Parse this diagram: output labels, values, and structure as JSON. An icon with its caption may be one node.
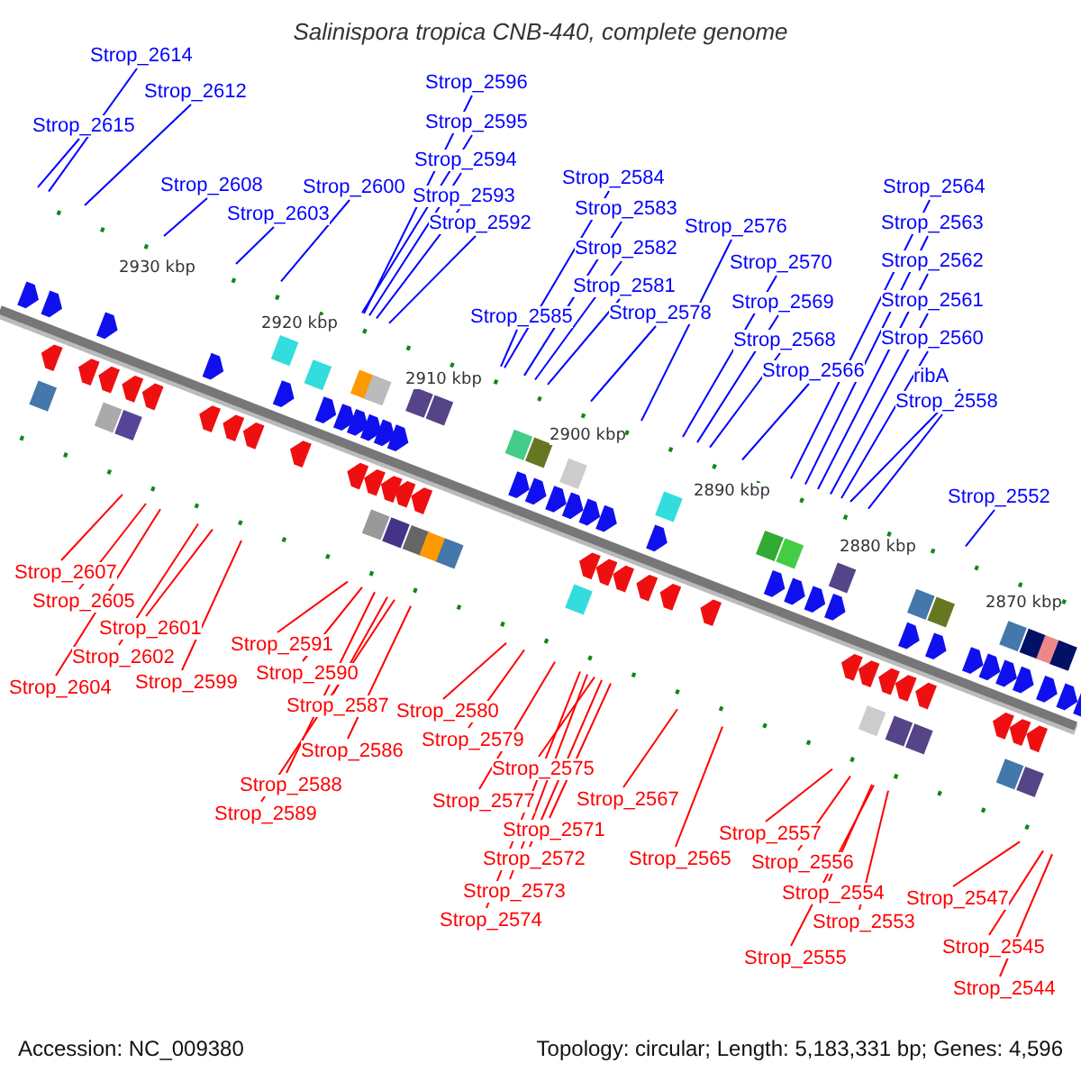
{
  "diagram": {
    "title": "Salinispora tropica CNB-440, complete genome",
    "nodes": [
      {
        "text": [
          "Strop_2614"
        ]
      },
      {
        "text": [
          "Strop_2612"
        ]
      },
      {
        "text": [
          "Strop_2615"
        ]
      },
      {
        "text": [
          "Strop_2608"
        ]
      },
      {
        "text": [
          "Strop_2603"
        ]
      },
      {
        "text": [
          "Strop_2600"
        ]
      },
      {
        "text": [
          "Strop_2596"
        ]
      },
      {
        "text": [
          "Strop_2595"
        ]
      },
      {
        "text": [
          "Strop_2594"
        ]
      },
      {
        "text": [
          "Strop_2593"
        ]
      },
      {
        "text": [
          "Strop_2592"
        ]
      },
      {
        "text": [
          "Strop_2584"
        ]
      },
      {
        "text": [
          "Strop_2583"
        ]
      },
      {
        "text": [
          "Strop_2582"
        ]
      },
      {
        "text": [
          "Strop_2581"
        ]
      },
      {
        "text": [
          "Strop_2585"
        ]
      },
      {
        "text": [
          "Strop_2578"
        ]
      },
      {
        "text": [
          "Strop_2576"
        ]
      },
      {
        "text": [
          "Strop_2570"
        ]
      },
      {
        "text": [
          "Strop_2569"
        ]
      },
      {
        "text": [
          "Strop_2568"
        ]
      },
      {
        "text": [
          "Strop_2566"
        ]
      },
      {
        "text": [
          "Strop_2564"
        ]
      },
      {
        "text": [
          "Strop_2563"
        ]
      },
      {
        "text": [
          "Strop_2562"
        ]
      },
      {
        "text": [
          "Strop_2561"
        ]
      },
      {
        "text": [
          "Strop_2560"
        ]
      },
      {
        "text": [
          "ribA"
        ]
      },
      {
        "text": [
          "Strop_2558"
        ]
      },
      {
        "text": [
          "Strop_2552"
        ]
      },
      {
        "text": [
          "Strop_2607"
        ]
      },
      {
        "text": [
          "Strop_2605"
        ]
      },
      {
        "text": [
          "Strop_2601"
        ]
      },
      {
        "text": [
          "Strop_2602"
        ]
      },
      {
        "text": [
          "Strop_2604"
        ]
      },
      {
        "text": [
          "Strop_2599"
        ]
      },
      {
        "text": [
          "Strop_2591"
        ]
      },
      {
        "text": [
          "Strop_2590"
        ]
      },
      {
        "text": [
          "Strop_2587"
        ]
      },
      {
        "text": [
          "Strop_2588"
        ]
      },
      {
        "text": [
          "Strop_2586"
        ]
      },
      {
        "text": [
          "Strop_2589"
        ]
      },
      {
        "text": [
          "Strop_2580"
        ]
      },
      {
        "text": [
          "Strop_2579"
        ]
      },
      {
        "text": [
          "Strop_2575"
        ]
      },
      {
        "text": [
          "Strop_2577"
        ]
      },
      {
        "text": [
          "Strop_2571"
        ]
      },
      {
        "text": [
          "Strop_2572"
        ]
      },
      {
        "text": [
          "Strop_2573"
        ]
      },
      {
        "text": [
          "Strop_2574"
        ]
      },
      {
        "text": [
          "Strop_2567"
        ]
      },
      {
        "text": [
          "Strop_2565"
        ]
      },
      {
        "text": [
          "Strop_2557"
        ]
      },
      {
        "text": [
          "Strop_2556"
        ]
      },
      {
        "text": [
          "Strop_2554"
        ]
      },
      {
        "text": [
          "Strop_2553"
        ]
      },
      {
        "text": [
          "Strop_2555"
        ]
      },
      {
        "text": [
          "Strop_2547"
        ]
      },
      {
        "text": [
          "Strop_2545"
        ]
      },
      {
        "text": [
          "Strop_2544"
        ]
      }
    ],
    "edges": [
      {
        "from": 0,
        "to": null,
        "arrow": "none",
        "color": "#0000ff"
      },
      {
        "from": 1,
        "to": null,
        "arrow": "none",
        "color": "#0000ff"
      },
      {
        "from": 2,
        "to": null,
        "arrow": "none",
        "color": "#0000ff"
      },
      {
        "from": 3,
        "to": null,
        "arrow": "none",
        "color": "#0000ff"
      },
      {
        "from": 4,
        "to": null,
        "arrow": "none",
        "color": "#0000ff"
      },
      {
        "from": 5,
        "to": null,
        "arrow": "none",
        "color": "#0000ff"
      },
      {
        "from": 6,
        "to": null,
        "arrow": "none",
        "color": "#0000ff"
      },
      {
        "from": 7,
        "to": null,
        "arrow": "none",
        "color": "#0000ff"
      },
      {
        "from": 8,
        "to": null,
        "arrow": "none",
        "color": "#0000ff"
      },
      {
        "from": 9,
        "to": null,
        "arrow": "none",
        "color": "#0000ff"
      },
      {
        "from": 10,
        "to": null,
        "arrow": "none",
        "color": "#0000ff"
      },
      {
        "from": 11,
        "to": null,
        "arrow": "none",
        "color": "#0000ff"
      },
      {
        "from": 12,
        "to": null,
        "arrow": "none",
        "color": "#0000ff"
      },
      {
        "from": 13,
        "to": null,
        "arrow": "none",
        "color": "#0000ff"
      },
      {
        "from": 14,
        "to": null,
        "arrow": "none",
        "color": "#0000ff"
      },
      {
        "from": 15,
        "to": null,
        "arrow": "none",
        "color": "#0000ff"
      },
      {
        "from": 16,
        "to": null,
        "arrow": "none",
        "color": "#0000ff"
      },
      {
        "from": 17,
        "to": null,
        "arrow": "none",
        "color": "#0000ff"
      },
      {
        "from": 18,
        "to": null,
        "arrow": "none",
        "color": "#0000ff"
      },
      {
        "from": 19,
        "to": null,
        "arrow": "none",
        "color": "#0000ff"
      },
      {
        "from": 20,
        "to": null,
        "arrow": "none",
        "color": "#0000ff"
      },
      {
        "from": 21,
        "to": null,
        "arrow": "none",
        "color": "#0000ff"
      },
      {
        "from": 22,
        "to": null,
        "arrow": "none",
        "color": "#0000ff"
      },
      {
        "from": 23,
        "to": null,
        "arrow": "none",
        "color": "#0000ff"
      },
      {
        "from": 24,
        "to": null,
        "arrow": "none",
        "color": "#0000ff"
      },
      {
        "from": 25,
        "to": null,
        "arrow": "none",
        "color": "#0000ff"
      },
      {
        "from": 26,
        "to": null,
        "arrow": "none",
        "color": "#0000ff"
      },
      {
        "from": 27,
        "to": null,
        "arrow": "none",
        "color": "#0000ff"
      },
      {
        "from": 28,
        "to": null,
        "arrow": "none",
        "color": "#0000ff"
      },
      {
        "from": 29,
        "to": null,
        "arrow": "none",
        "color": "#0000ff"
      },
      {
        "from": 30,
        "to": null,
        "arrow": "none",
        "color": "#ff0000"
      },
      {
        "from": 31,
        "to": null,
        "arrow": "none",
        "color": "#ff0000"
      },
      {
        "from": 32,
        "to": null,
        "arrow": "none",
        "color": "#ff0000"
      },
      {
        "from": 33,
        "to": null,
        "arrow": "none",
        "color": "#ff0000"
      },
      {
        "from": 34,
        "to": null,
        "arrow": "none",
        "color": "#ff0000"
      },
      {
        "from": 35,
        "to": null,
        "arrow": "none",
        "color": "#ff0000"
      },
      {
        "from": 36,
        "to": null,
        "arrow": "none",
        "color": "#ff0000"
      },
      {
        "from": 37,
        "to": null,
        "arrow": "none",
        "color": "#ff0000"
      },
      {
        "from": 38,
        "to": null,
        "arrow": "none",
        "color": "#ff0000"
      },
      {
        "from": 39,
        "to": null,
        "arrow": "none",
        "color": "#ff0000"
      },
      {
        "from": 40,
        "to": null,
        "arrow": "none",
        "color": "#ff0000"
      },
      {
        "from": 41,
        "to": null,
        "arrow": "none",
        "color": "#ff0000"
      },
      {
        "from": 42,
        "to": null,
        "arrow": "none",
        "color": "#ff0000"
      },
      {
        "from": 43,
        "to": null,
        "arrow": "none",
        "color": "#ff0000"
      },
      {
        "from": 44,
        "to": null,
        "arrow": "none",
        "color": "#ff0000"
      },
      {
        "from": 45,
        "to": null,
        "arrow": "none",
        "color": "#ff0000"
      },
      {
        "from": 46,
        "to": null,
        "arrow": "none",
        "color": "#ff0000"
      },
      {
        "from": 47,
        "to": null,
        "arrow": "none",
        "color": "#ff0000"
      },
      {
        "from": 48,
        "to": null,
        "arrow": "none",
        "color": "#ff0000"
      },
      {
        "from": 49,
        "to": null,
        "arrow": "none",
        "color": "#ff0000"
      },
      {
        "from": 50,
        "to": null,
        "arrow": "none",
        "color": "#ff0000"
      },
      {
        "from": 51,
        "to": null,
        "arrow": "none",
        "color": "#ff0000"
      },
      {
        "from": 52,
        "to": null,
        "arrow": "none",
        "color": "#ff0000"
      },
      {
        "from": 53,
        "to": null,
        "arrow": "none",
        "color": "#ff0000"
      },
      {
        "from": 54,
        "to": null,
        "arrow": "none",
        "color": "#ff0000"
      },
      {
        "from": 55,
        "to": null,
        "arrow": "none",
        "color": "#ff0000"
      },
      {
        "from": 56,
        "to": null,
        "arrow": "none",
        "color": "#ff0000"
      },
      {
        "from": 57,
        "to": null,
        "arrow": "none",
        "color": "#ff0000"
      },
      {
        "from": 58,
        "to": null,
        "arrow": "none",
        "color": "#ff0000"
      },
      {
        "from": 59,
        "to": null,
        "arrow": "none",
        "color": "#ff0000"
      }
    ],
    "labels": [
      "2930 kbp",
      "2920 kbp",
      "2910 kbp",
      "2900 kbp",
      "2890 kbp",
      "2880 kbp",
      "2870 kbp",
      "Accession: NC_009380",
      "Topology: circular; Length: 5,183,331 bp; Genes: 4,596"
    ]
  }
}
